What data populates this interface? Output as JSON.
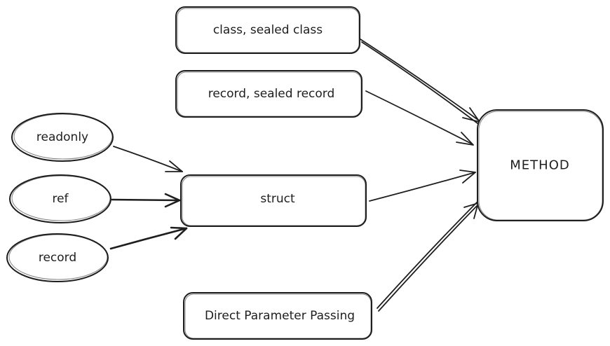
{
  "nodes": {
    "class_sealed_class": {
      "label": "class, sealed class"
    },
    "record_sealed_record": {
      "label": "record, sealed record"
    },
    "readonly": {
      "label": "readonly"
    },
    "ref": {
      "label": "ref"
    },
    "record": {
      "label": "record"
    },
    "struct": {
      "label": "struct"
    },
    "direct_parameter_passing": {
      "label": "Direct Parameter Passing"
    },
    "method": {
      "label": "METHOD"
    }
  },
  "edges": [
    {
      "from": "class_sealed_class",
      "to": "method"
    },
    {
      "from": "record_sealed_record",
      "to": "method"
    },
    {
      "from": "readonly",
      "to": "struct"
    },
    {
      "from": "ref",
      "to": "struct"
    },
    {
      "from": "record",
      "to": "struct"
    },
    {
      "from": "struct",
      "to": "method"
    },
    {
      "from": "direct_parameter_passing",
      "to": "method"
    }
  ],
  "colors": {
    "stroke": "#1e1e1e",
    "background": "#ffffff"
  }
}
